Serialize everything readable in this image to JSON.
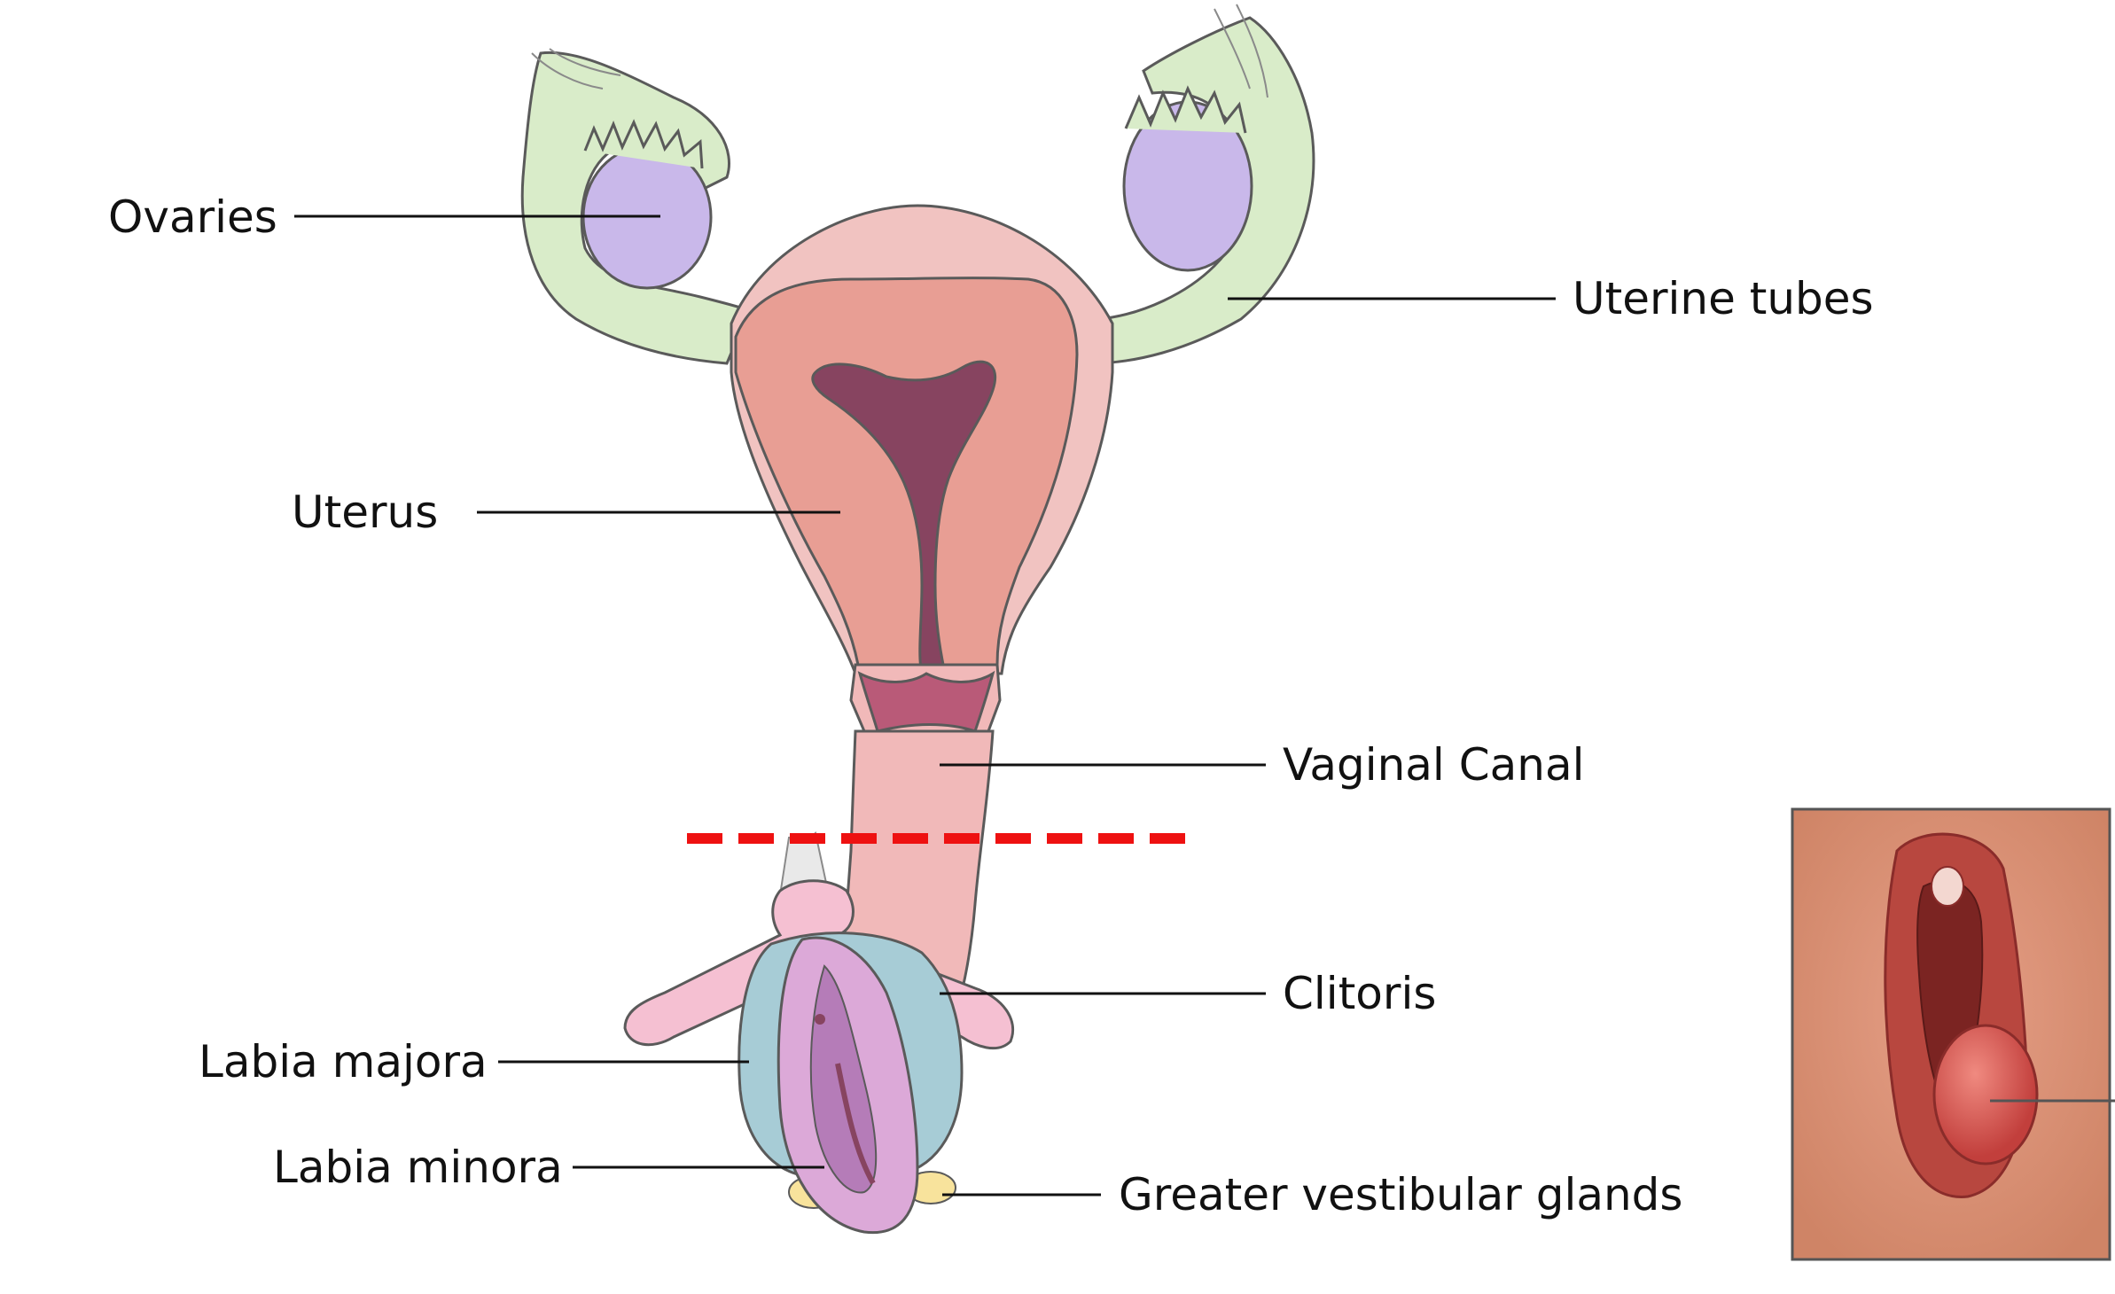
{
  "diagram": {
    "labels": {
      "ovaries": "Ovaries",
      "uterine_tubes": "Uterine tubes",
      "uterus": "Uterus",
      "vaginal_canal": "Vaginal Canal",
      "clitoris": "Clitoris",
      "labia_majora": "Labia majora",
      "labia_minora": "Labia minora",
      "greater_vestibular_glands": "Greater vestibular glands"
    }
  },
  "colors": {
    "dashed_line": "#ee1111",
    "ovary": "#c9b8ea",
    "uterine_tube": "#d9ecc9",
    "uterus_outer": "#f1c3c1",
    "uterus_wall": "#e89e94",
    "uterine_cavity": "#874460",
    "vaginal_canal": "#f1b9b9",
    "clitoris": "#f5c0d2",
    "labia_majora": "#a7ccd6",
    "labia_minora": "#dca9d8",
    "glands": "#f8e39c"
  }
}
